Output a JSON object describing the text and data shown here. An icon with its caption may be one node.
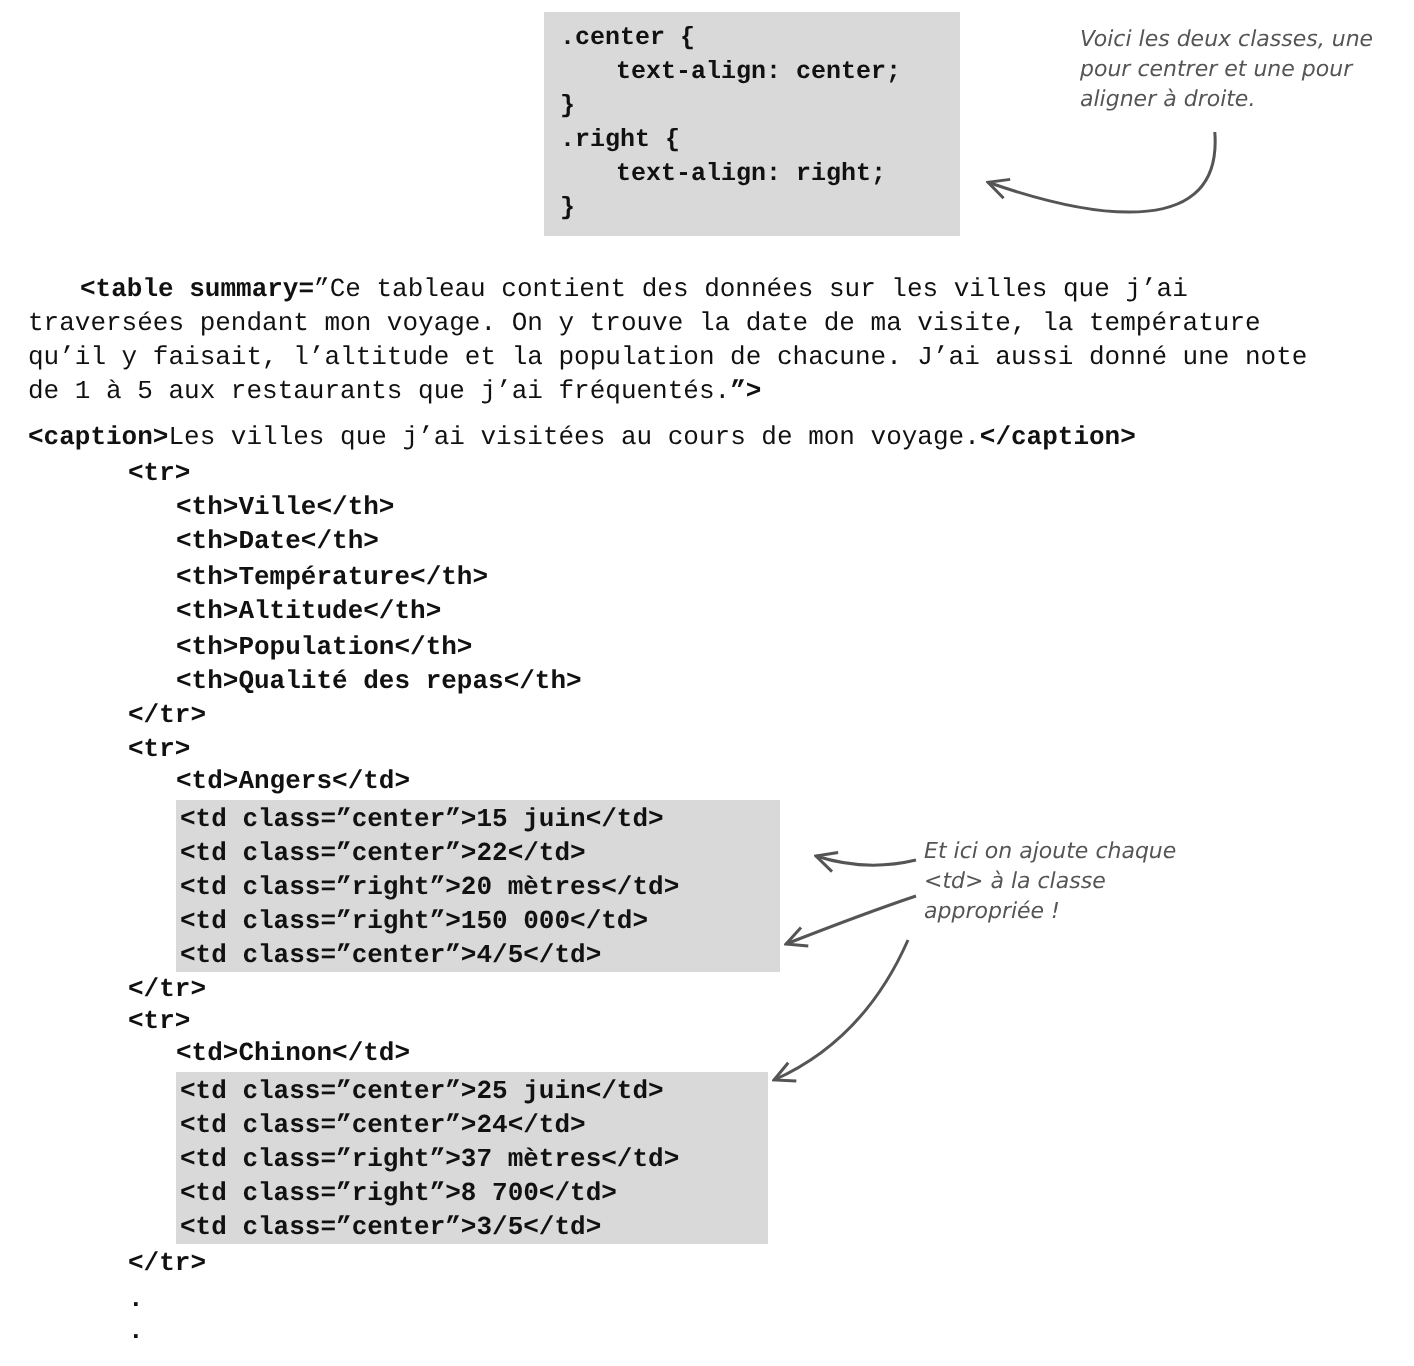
{
  "diagram": {
    "nodes": [
      {
        "text": [
          ".center {",
          "text-align: center;",
          "}",
          ".right {",
          "text-align: right;",
          "}"
        ]
      },
      {
        "text": [
          "Voici les deux classes, une pour centrer et une pour aligner à droite."
        ]
      },
      {
        "text": [
          "<td class=”center”>15 juin</td>",
          "<td class=”center”>22</td>",
          "<td class=”right”>20 mètres</td>",
          "<td class=”right”>150 000</td>",
          "<td class=”center”>4/5</td>"
        ]
      },
      {
        "text": [
          "<td class=”center”>25 juin</td>",
          "<td class=”center”>24</td>",
          "<td class=”right”>37 mètres</td>",
          "<td class=”right”>8 700</td>",
          "<td class=”center”>3/5</td>"
        ]
      },
      {
        "text": [
          "Et ici on ajoute chaque <td> à la classe appropriée !"
        ]
      }
    ],
    "edges": [
      {
        "from": 1,
        "to": 0,
        "arrow": "to"
      },
      {
        "from": 4,
        "to": 2,
        "arrow": "to"
      },
      {
        "from": 4,
        "to": 2,
        "arrow": "to"
      },
      {
        "from": 4,
        "to": 3,
        "arrow": "to"
      }
    ],
    "labels": [
      "**<table summary=**”Ce tableau contient des données sur les villes que j’ai traversées pendant mon voyage. On y trouve la date de ma visite, la température qu’il y faisait, l’altitude et la population de chacune. J’ai aussi donné une note de 1 à 5 aux restaurants que j’ai fréquentés.**”>**",
      "**<caption>**Les villes que j’ai visitées au cours de mon voyage.**</caption>**",
      "<tr>",
      "<th>Ville</th>",
      "<th>Date</th>",
      "<th>Température</th>",
      "<th>Altitude</th>",
      "<th>Population</th>",
      "<th>Qualité des repas</th>",
      "</tr>",
      "<tr>",
      "<td>Angers</td>",
      "</tr>",
      "<tr>",
      "<td>Chinon</td>",
      "</tr>",
      ".",
      "."
    ]
  }
}
